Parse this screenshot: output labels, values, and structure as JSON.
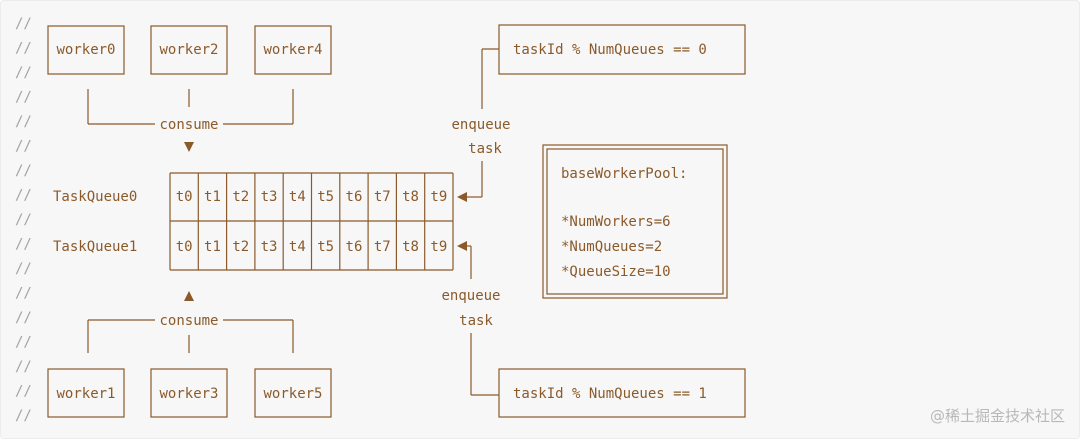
{
  "comment_marker": "//",
  "workers_top": [
    "worker0",
    "worker2",
    "worker4"
  ],
  "workers_bottom": [
    "worker1",
    "worker3",
    "worker5"
  ],
  "consume_label": "consume",
  "queues": [
    {
      "label": "TaskQueue0",
      "slots": [
        "t0",
        "t1",
        "t2",
        "t3",
        "t4",
        "t5",
        "t6",
        "t7",
        "t8",
        "t9"
      ]
    },
    {
      "label": "TaskQueue1",
      "slots": [
        "t0",
        "t1",
        "t2",
        "t3",
        "t4",
        "t5",
        "t6",
        "t7",
        "t8",
        "t9"
      ]
    }
  ],
  "enqueue": {
    "line1": "enqueue",
    "line2": "task"
  },
  "conditions": [
    "taskId % NumQueues == 0",
    "taskId % NumQueues == 1"
  ],
  "pool": {
    "title": "baseWorkerPool:",
    "settings": [
      "*NumWorkers=6",
      "*NumQueues=2",
      "*QueueSize=10"
    ]
  },
  "watermark": "@稀土掘金技术社区"
}
